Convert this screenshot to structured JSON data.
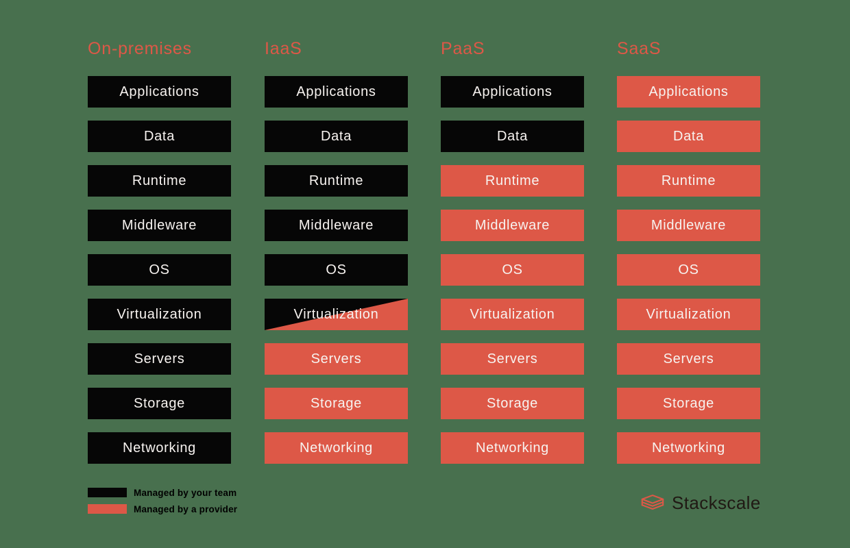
{
  "columns": [
    {
      "header": "On-premises",
      "layers": [
        {
          "label": "Applications",
          "managed": "team"
        },
        {
          "label": "Data",
          "managed": "team"
        },
        {
          "label": "Runtime",
          "managed": "team"
        },
        {
          "label": "Middleware",
          "managed": "team"
        },
        {
          "label": "OS",
          "managed": "team"
        },
        {
          "label": "Virtualization",
          "managed": "team"
        },
        {
          "label": "Servers",
          "managed": "team"
        },
        {
          "label": "Storage",
          "managed": "team"
        },
        {
          "label": "Networking",
          "managed": "team"
        }
      ]
    },
    {
      "header": "IaaS",
      "layers": [
        {
          "label": "Applications",
          "managed": "team"
        },
        {
          "label": "Data",
          "managed": "team"
        },
        {
          "label": "Runtime",
          "managed": "team"
        },
        {
          "label": "Middleware",
          "managed": "team"
        },
        {
          "label": "OS",
          "managed": "team"
        },
        {
          "label": "Virtualization",
          "managed": "split"
        },
        {
          "label": "Servers",
          "managed": "provider"
        },
        {
          "label": "Storage",
          "managed": "provider"
        },
        {
          "label": "Networking",
          "managed": "provider"
        }
      ]
    },
    {
      "header": "PaaS",
      "layers": [
        {
          "label": "Applications",
          "managed": "team"
        },
        {
          "label": "Data",
          "managed": "team"
        },
        {
          "label": "Runtime",
          "managed": "provider"
        },
        {
          "label": "Middleware",
          "managed": "provider"
        },
        {
          "label": "OS",
          "managed": "provider"
        },
        {
          "label": "Virtualization",
          "managed": "provider"
        },
        {
          "label": "Servers",
          "managed": "provider"
        },
        {
          "label": "Storage",
          "managed": "provider"
        },
        {
          "label": "Networking",
          "managed": "provider"
        }
      ]
    },
    {
      "header": "SaaS",
      "layers": [
        {
          "label": "Applications",
          "managed": "provider"
        },
        {
          "label": "Data",
          "managed": "provider"
        },
        {
          "label": "Runtime",
          "managed": "provider"
        },
        {
          "label": "Middleware",
          "managed": "provider"
        },
        {
          "label": "OS",
          "managed": "provider"
        },
        {
          "label": "Virtualization",
          "managed": "provider"
        },
        {
          "label": "Servers",
          "managed": "provider"
        },
        {
          "label": "Storage",
          "managed": "provider"
        },
        {
          "label": "Networking",
          "managed": "provider"
        }
      ]
    }
  ],
  "legend": {
    "items": [
      {
        "key": "team",
        "label": "Managed by your team"
      },
      {
        "key": "provider",
        "label": "Managed by a provider"
      }
    ]
  },
  "logo": {
    "text": "Stackscale",
    "icon": "stack-layers-icon"
  },
  "colors": {
    "background": "#48704E",
    "team": "#060606",
    "provider": "#DD5847",
    "header_text": "#DD5847",
    "box_text": "#F7F3F0",
    "legend_text": "#000000",
    "logo_text": "#201914"
  }
}
